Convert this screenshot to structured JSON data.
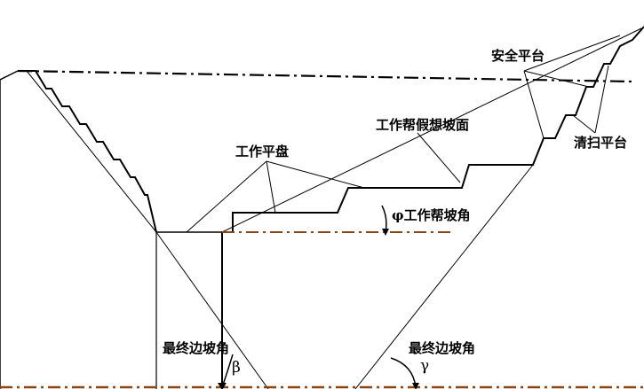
{
  "labels": {
    "safety_platform": "安全平台",
    "cleaning_platform": "清扫平台",
    "working_platform": "工作平盘",
    "working_slope_surface": "工作帮假想坡面",
    "working_slope_angle": "φ工作帮坡角",
    "final_slope_angle_left": "最终边坡角",
    "final_slope_angle_right": "最终边坡角",
    "beta": "β",
    "gamma": "γ"
  },
  "colors": {
    "line": "#000000",
    "dash_dot_brown": "#8b4513",
    "background": "#ffffff"
  }
}
